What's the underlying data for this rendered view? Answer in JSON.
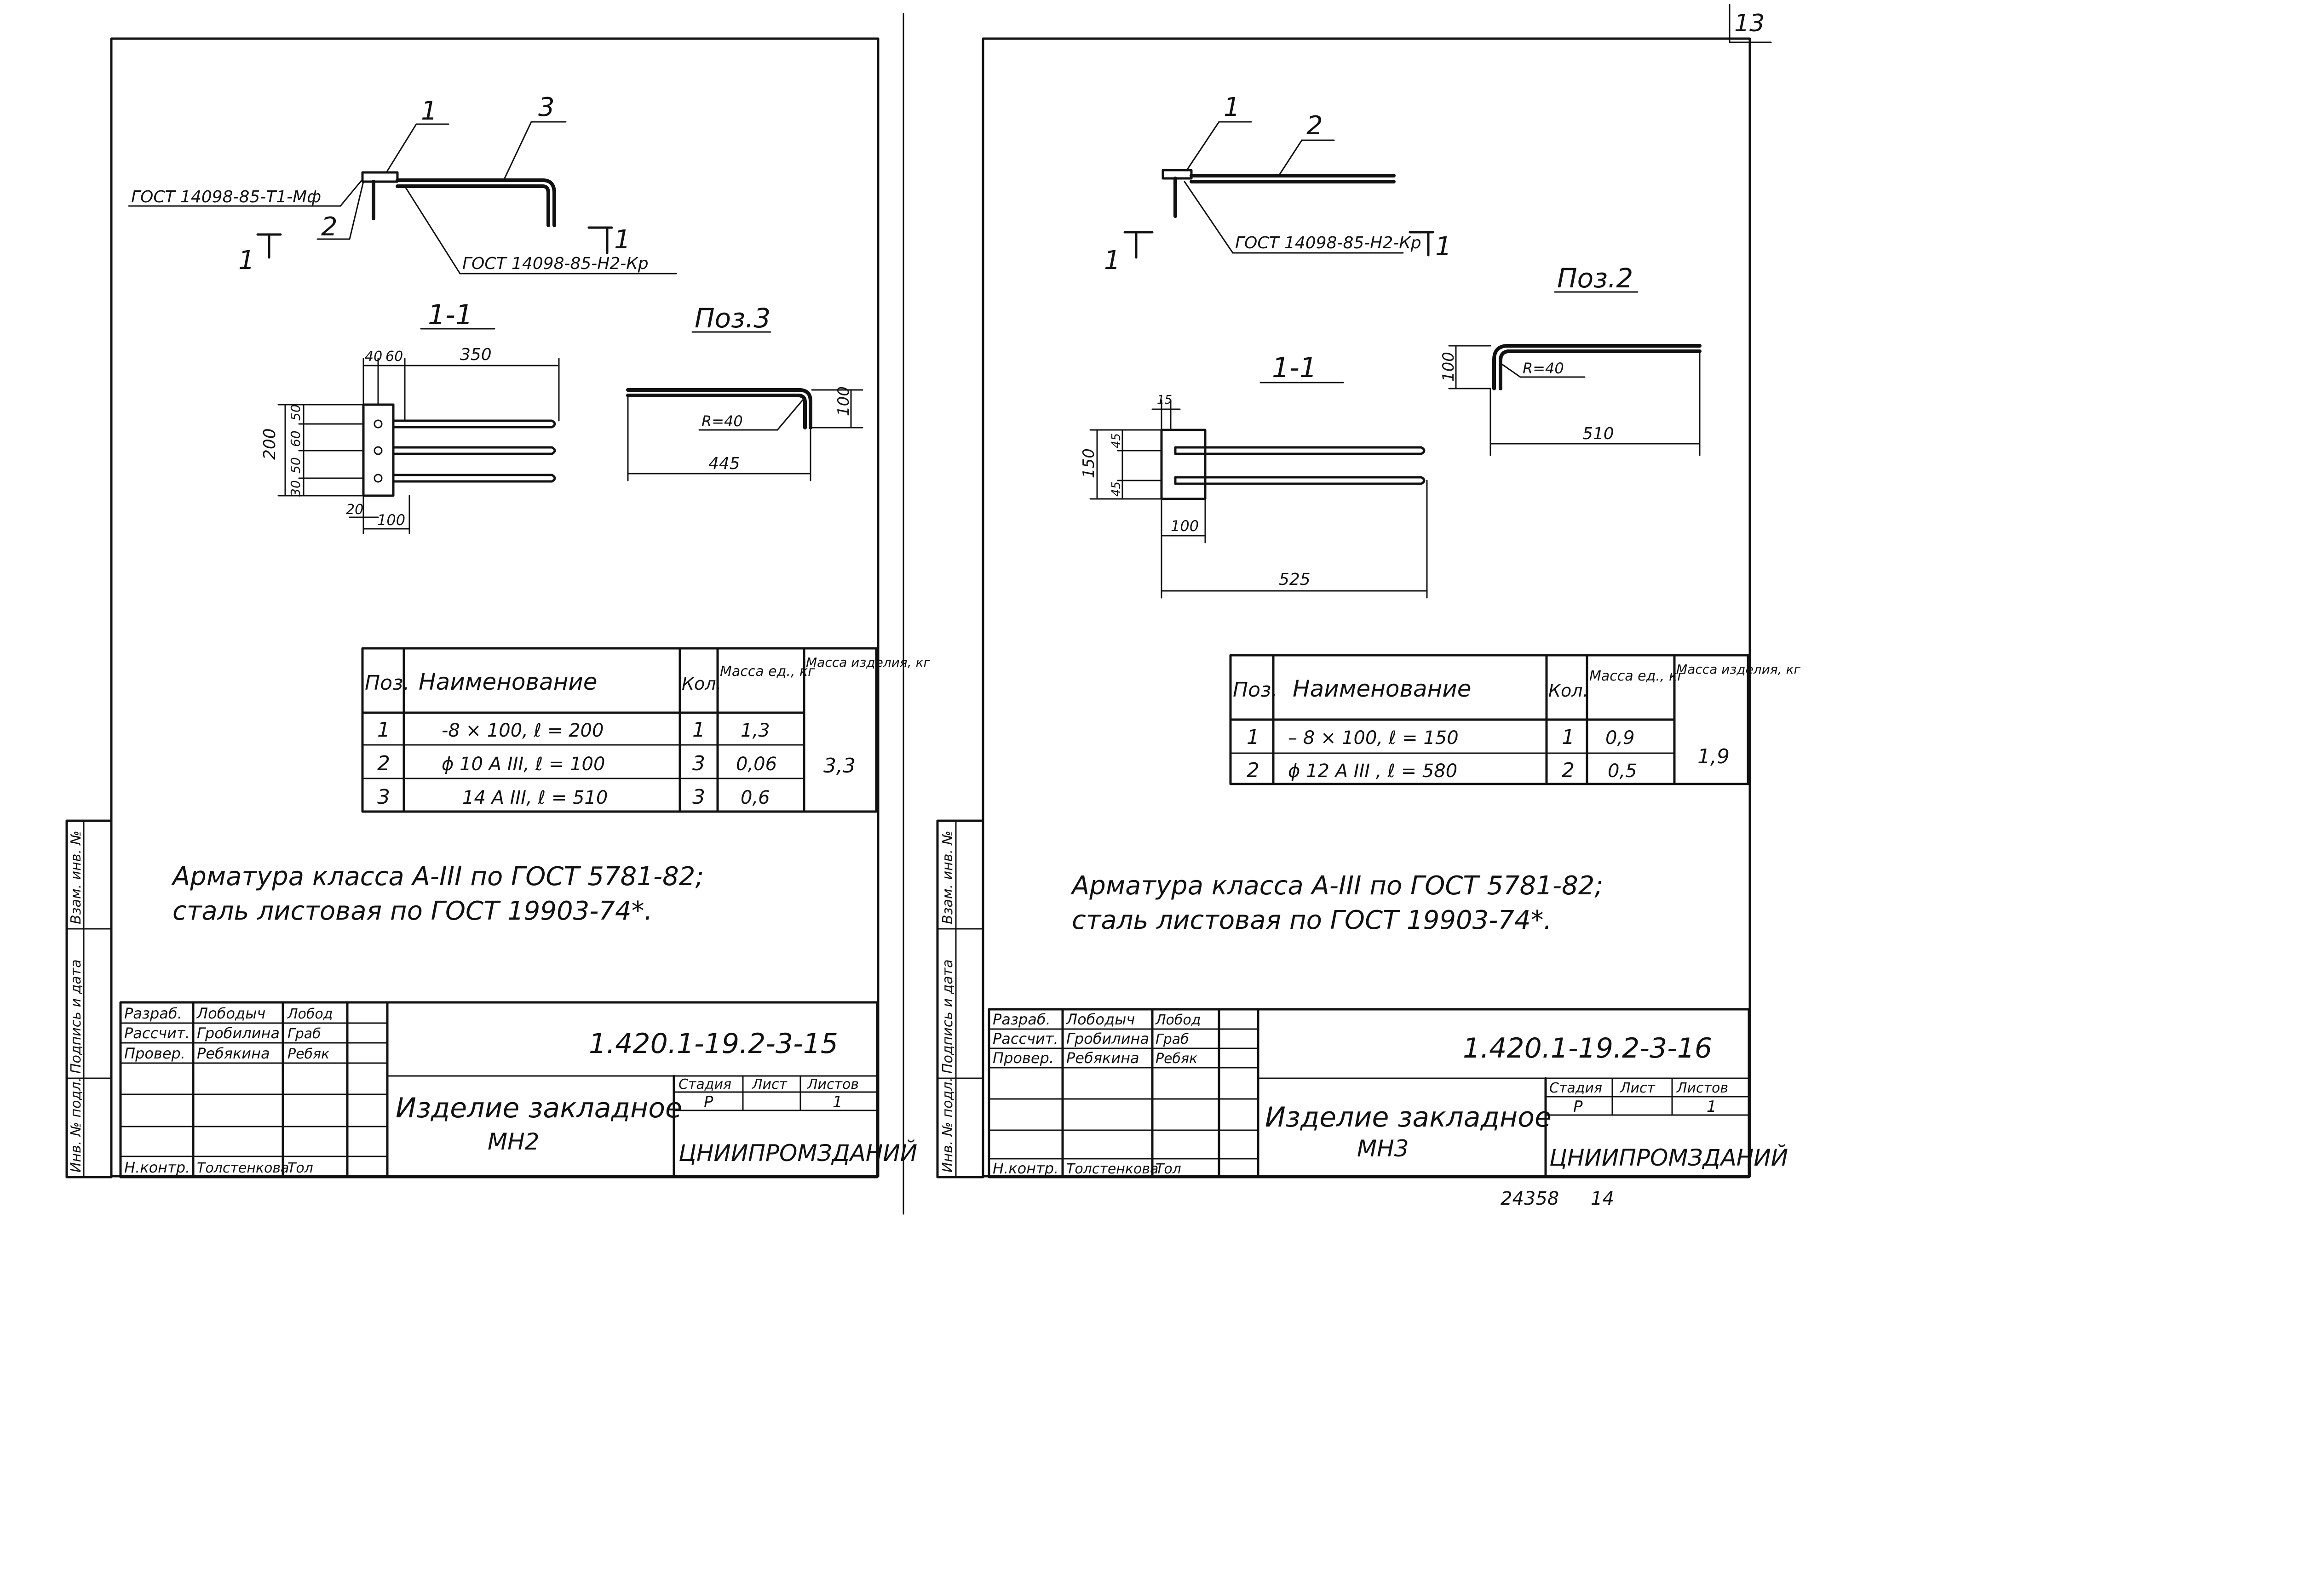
{
  "corner_page_number": "13",
  "left_sheet": {
    "plan": {
      "pos1": "1",
      "pos2": "2",
      "pos3": "3",
      "gost_left": "ГОСТ 14098-85-Т1-Мф",
      "gost_right": "ГОСТ 14098-85-Н2-Кр",
      "section_mark": "1"
    },
    "section": {
      "title": "1-1",
      "dim_40": "40",
      "dim_60": "60",
      "dim_350": "350",
      "dim_200": "200",
      "dim_50a": "50",
      "dim_60b": "60",
      "dim_50c": "50",
      "dim_30": "30",
      "dim_20": "20",
      "dim_100": "100"
    },
    "pos_detail": {
      "title": "Поз.3",
      "radius": "R=40",
      "dim_100": "100",
      "dim_445": "445"
    },
    "spec_table": {
      "headers": [
        "Поз.",
        "Наименование",
        "Кол.",
        "Масса ед., кг",
        "Масса изделия, кг"
      ],
      "rows": [
        [
          "1",
          "-8 × 100,  ℓ = 200",
          "1",
          "1,3"
        ],
        [
          "2",
          "ϕ 10 А III,  ℓ = 100",
          "3",
          "0,06"
        ],
        [
          "3",
          "14 А III,  ℓ = 510",
          "3",
          "0,6"
        ]
      ],
      "total": "3,3"
    },
    "note_line1": "Арматура   класса  А-III  по  ГОСТ 5781-82;",
    "note_line2": "сталь   листовая   по   ГОСТ  19903-74*.",
    "side_labels": [
      "Взам. инв. №",
      "Подпись и дата",
      "Инв. № подл."
    ],
    "title_block": {
      "roles": [
        "Разраб.",
        "Рассчит.",
        "Провер.",
        "",
        "",
        "Н.контр."
      ],
      "names": [
        "Лободыч",
        "Гробилина",
        "Ребякина",
        "",
        "",
        "Толстенкова"
      ],
      "signatures": [
        "Лобод",
        "Граб",
        "Ребяк",
        "",
        "",
        "Тол"
      ],
      "doc_code": "1.420.1-19.2-3-15",
      "item_name_line1": "Изделие  закладное",
      "item_name_line2": "МН2",
      "stage_label": "Стадия",
      "sheet_label": "Лист",
      "sheets_label": "Листов",
      "stage": "Р",
      "sheet": "",
      "sheets": "1",
      "org": "ЦНИИПРОМЗДАНИЙ"
    }
  },
  "right_sheet": {
    "plan": {
      "pos1": "1",
      "pos2": "2",
      "gost": "ГОСТ 14098-85-Н2-Кр",
      "section_mark": "1"
    },
    "pos_detail": {
      "title": "Поз.2",
      "radius": "R=40",
      "dim_100": "100",
      "dim_510": "510"
    },
    "section": {
      "title": "1-1",
      "dim_15": "15",
      "dim_150": "150",
      "dim_45a": "45",
      "dim_45b": "45",
      "dim_100": "100",
      "dim_525": "525"
    },
    "spec_table": {
      "headers": [
        "Поз.",
        "Наименование",
        "Кол.",
        "Масса ед., кг",
        "Масса изделия, кг"
      ],
      "rows": [
        [
          "1",
          "– 8 × 100,  ℓ = 150",
          "1",
          "0,9"
        ],
        [
          "2",
          "ϕ 12 А III ,  ℓ = 580",
          "2",
          "0,5"
        ]
      ],
      "total": "1,9"
    },
    "note_line1": "Арматура   класса  А-III  по  ГОСТ  5781-82;",
    "note_line2": "сталь   листовая   по  ГОСТ  19903-74*.",
    "side_labels": [
      "Взам. инв. №",
      "Подпись и дата",
      "Инв. № подл."
    ],
    "title_block": {
      "roles": [
        "Разраб.",
        "Рассчит.",
        "Провер.",
        "",
        "",
        "Н.контр."
      ],
      "names": [
        "Лободыч",
        "Гробилина",
        "Ребякина",
        "",
        "",
        "Толстенкова"
      ],
      "signatures": [
        "Лобод",
        "Граб",
        "Ребяк",
        "",
        "",
        "Тол"
      ],
      "doc_code": "1.420.1-19.2-3-16",
      "item_name_line1": "Изделие  закладное",
      "item_name_line2": "МН3",
      "stage_label": "Стадия",
      "sheet_label": "Лист",
      "sheets_label": "Листов",
      "stage": "Р",
      "sheet": "",
      "sheets": "1",
      "org": "ЦНИИПРОМЗДАНИЙ"
    }
  },
  "bottom_stamp_number": "24358",
  "bottom_page_number": "14"
}
